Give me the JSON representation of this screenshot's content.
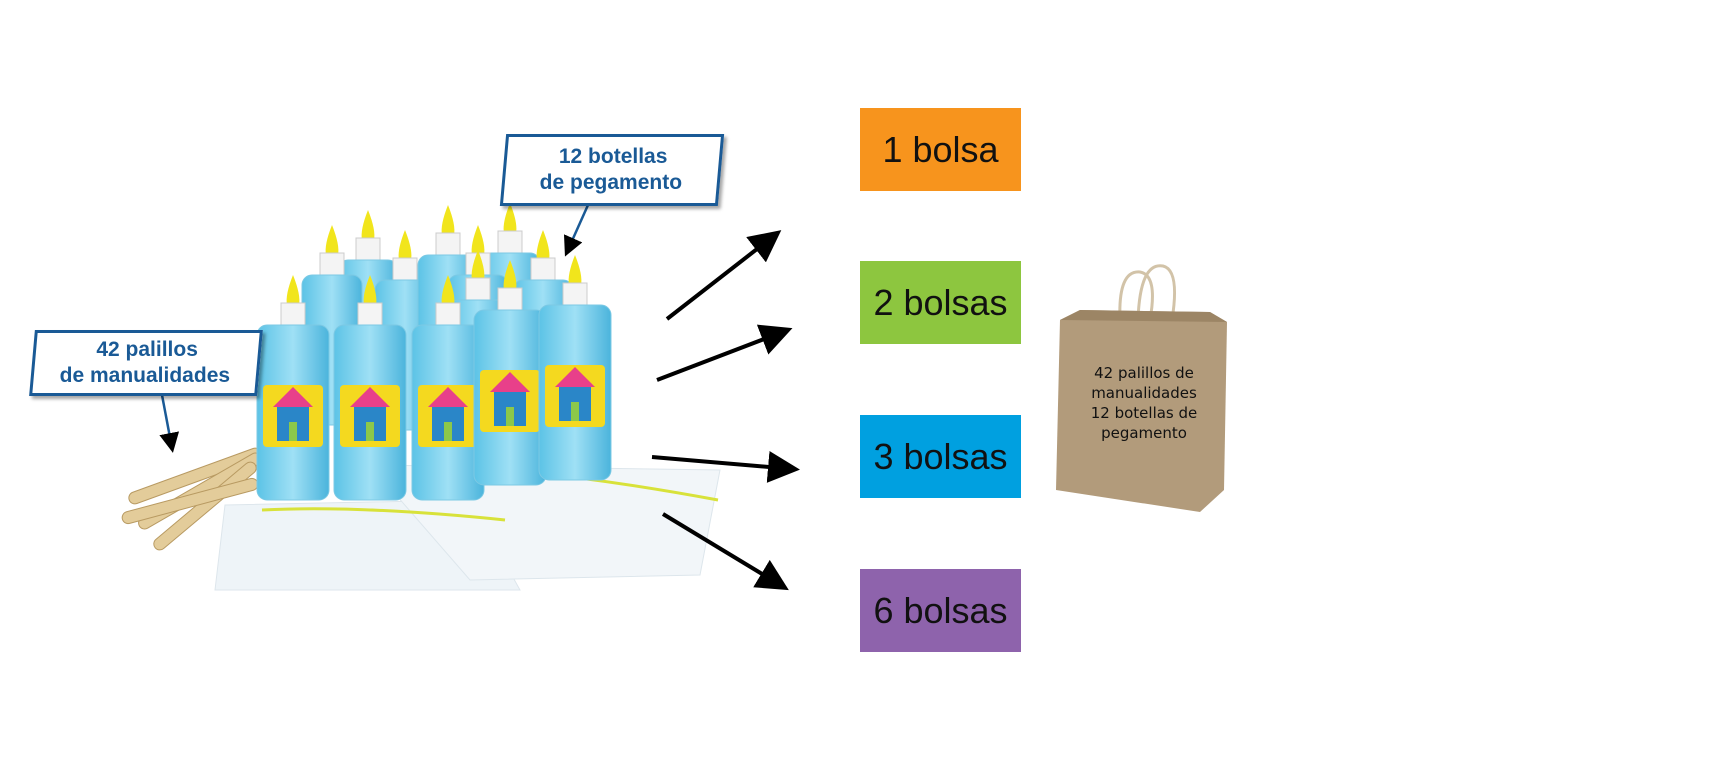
{
  "callouts": {
    "bottles": [
      "12 botellas",
      "de pegamento"
    ],
    "sticks": [
      "42 palillos",
      "de manualidades"
    ]
  },
  "options": [
    {
      "label": "1 bolsa",
      "color": "#f7941d"
    },
    {
      "label": "2 bolsas",
      "color": "#8dc63f"
    },
    {
      "label": "3 bolsas",
      "color": "#00a0e0"
    },
    {
      "label": "6 bolsas",
      "color": "#8e63ac"
    }
  ],
  "bag": {
    "lines": [
      "42 palillos de",
      "manualidades",
      "12 botellas de",
      "pegamento"
    ]
  }
}
